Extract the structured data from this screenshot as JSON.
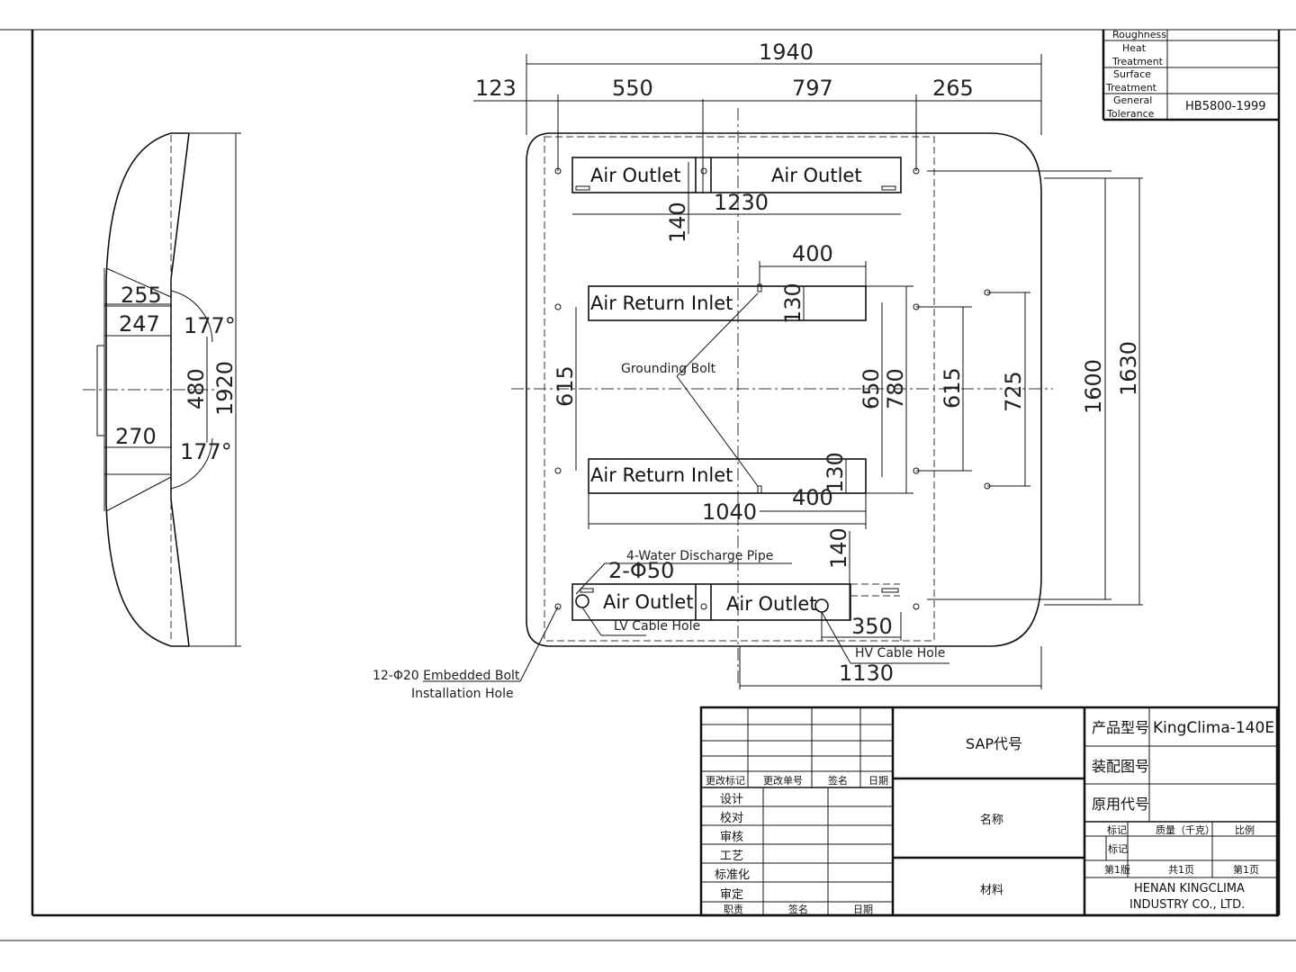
{
  "dims_top": {
    "overall": "1940",
    "d123": "123",
    "d550": "550",
    "d797": "797",
    "d265": "265"
  },
  "dims_inner": {
    "d1230": "1230",
    "d140a": "140",
    "d400a": "400",
    "d130a": "130",
    "d130b": "130",
    "d400b": "400",
    "d1040": "1040",
    "d140b": "140",
    "d350": "350",
    "d1130": "1130"
  },
  "dims_vertical": {
    "d615a": "615",
    "d650": "650",
    "d780": "780",
    "d615b": "615",
    "d725": "725",
    "d1600": "1600",
    "d1630": "1630"
  },
  "side_view": {
    "d255": "255",
    "d247": "247",
    "d270": "270",
    "d480": "480",
    "d1920": "1920",
    "angle_top": "177°",
    "angle_bottom": "177°"
  },
  "labels": {
    "air_outlet": "Air Outlet",
    "air_return_inlet": "Air Return Inlet",
    "grounding_bolt": "Grounding Bolt",
    "water_discharge": "4-Water Discharge Pipe",
    "pipe_dia": "2-Φ50",
    "lv_cable_hole": "LV Cable Hole",
    "hv_cable_hole": "HV Cable Hole",
    "embedded_bolt_1": "12-Φ20 Embedded Bolt",
    "embedded_bolt_2": "Installation Hole"
  },
  "spec_table": {
    "r0": "Roughness",
    "r1a": "Heat",
    "r1b": "Treatment",
    "r2a": "Surface",
    "r2b": "Treatment",
    "r3a": "General",
    "r3b": "Tolerance",
    "r3_value": "HB5800-1999"
  },
  "title_block": {
    "rev_mark": "更改标记",
    "rev_no": "更改单号",
    "sign": "签名",
    "date": "日期",
    "design": "设计",
    "check": "校对",
    "review": "审核",
    "process": "工艺",
    "standard": "标准化",
    "approve": "审定",
    "resp": "职责",
    "sign2": "签名",
    "date2": "日期",
    "sap_code": "SAP代号",
    "name": "名称",
    "material": "材料",
    "model_label": "产品型号",
    "model_value": "KingClima-140E",
    "assembly_label": "装配图号",
    "orig_label": "原用代号",
    "mark": "标记",
    "weight": "质量（千克）",
    "scale": "比例",
    "mark2": "标记",
    "edition": "第1版",
    "total": "共1页",
    "page": "第1页",
    "company_1": "HENAN KINGCLIMA",
    "company_2": "INDUSTRY CO., LTD."
  }
}
